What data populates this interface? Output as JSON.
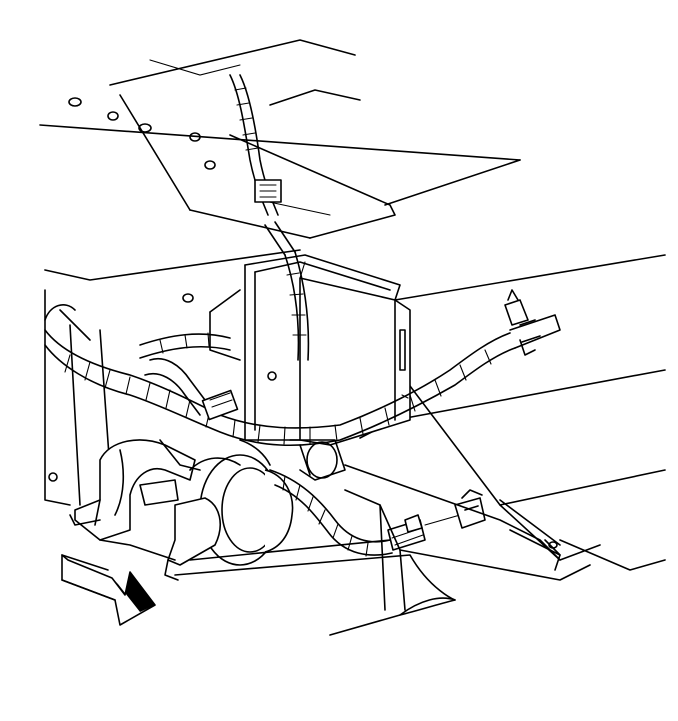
{
  "figure": {
    "kind": "technical line drawing",
    "components": [
      "module-bracket",
      "control-module",
      "wiring-harness",
      "harness-connector",
      "harness-retainer-clip",
      "horn-left",
      "horn-right",
      "frame-rail",
      "bumper-bar",
      "direction-arrow"
    ],
    "stroke_color": "#000000",
    "background_color": "#ffffff",
    "arrow_fill": "#000000"
  }
}
